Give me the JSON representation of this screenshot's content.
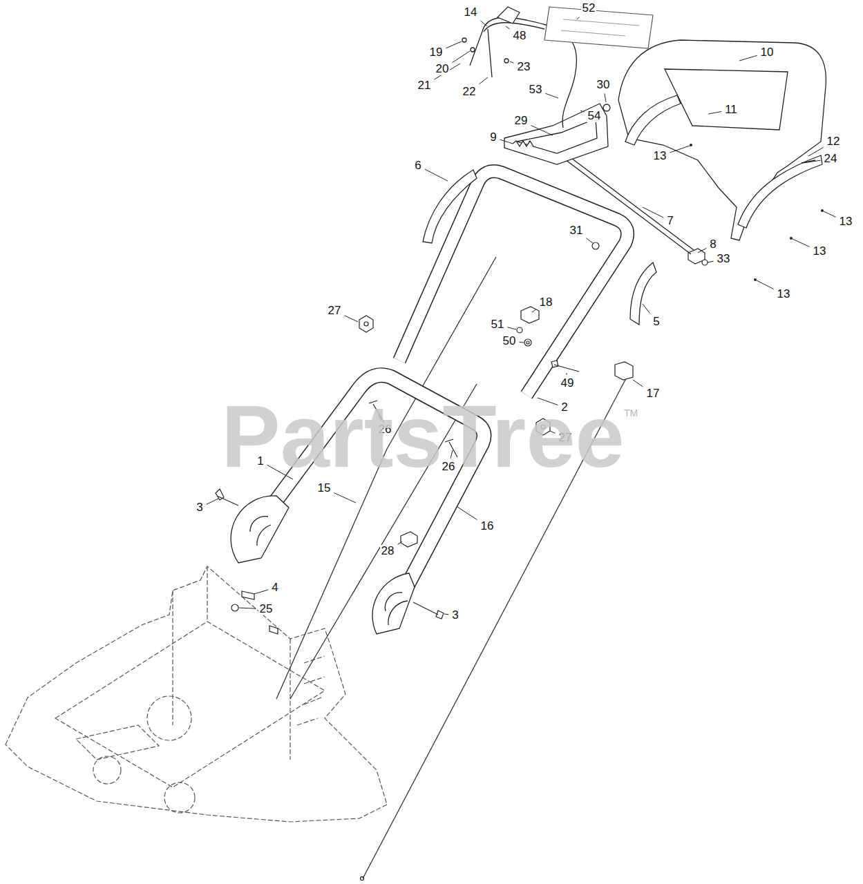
{
  "diagram": {
    "labels": [
      "14",
      "48",
      "52",
      "10",
      "19",
      "20",
      "23",
      "21",
      "22",
      "53",
      "30",
      "11",
      "29",
      "54",
      "9",
      "12",
      "24",
      "13",
      "13",
      "13",
      "13",
      "6",
      "7",
      "31",
      "8",
      "33",
      "18",
      "27",
      "5",
      "51",
      "50",
      "49",
      "17",
      "2",
      "27",
      "26",
      "26",
      "1",
      "15",
      "16",
      "3",
      "28",
      "4",
      "25",
      "3",
      "PartsTree",
      "TM"
    ]
  }
}
